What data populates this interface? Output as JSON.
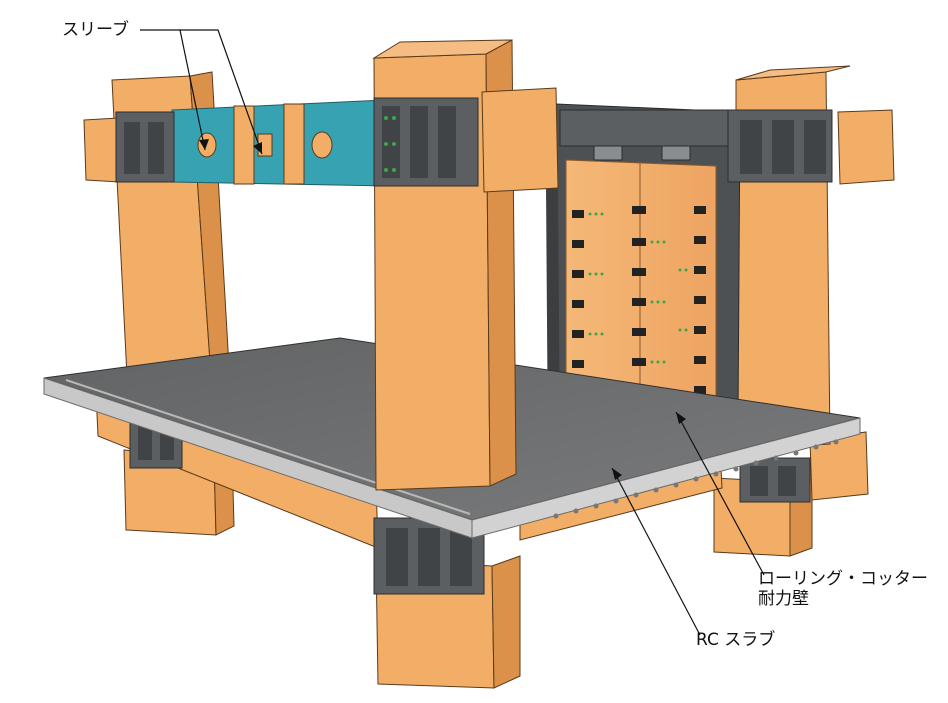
{
  "labels": {
    "sleeve": "スリーブ",
    "wall_line1": "ローリング・コッター",
    "wall_line2": "耐力壁",
    "slab": "RC スラブ"
  },
  "colors": {
    "timber": "#f2ad66",
    "timber_dark": "#dc914b",
    "steel": "#5c5f62",
    "steel_dark": "#414446",
    "beam_teal": "#37a3b2",
    "slab_top": "#6e6f70",
    "slab_edge": "#c8c8c8",
    "bolt_green": "#3da64a"
  }
}
